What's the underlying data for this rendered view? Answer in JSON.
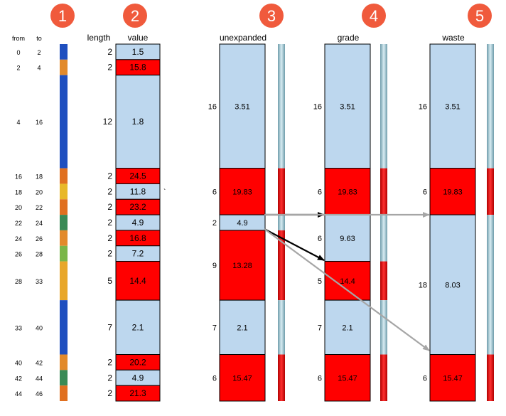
{
  "colors": {
    "low": "#bdd7ee",
    "high": "#ff0000",
    "border": "#000000",
    "badge": "#f05a3c",
    "arrow_black": "#000000",
    "arrow_gray": "#a6a6a6",
    "bar_light": "#a9cdd8",
    "bar_dark": "#6e9cab"
  },
  "steps": [
    "1",
    "2",
    "3",
    "4",
    "5"
  ],
  "headers": {
    "from": "from",
    "to": "to",
    "length": "length",
    "value": "value",
    "unexpanded": "unexpanded",
    "grade": "grade",
    "waste": "waste"
  },
  "stray_mark": "`",
  "intervals": [
    {
      "from": "0",
      "to": "2",
      "length": "2",
      "value": "1.5",
      "class": "low",
      "strip": "#1f4fbf"
    },
    {
      "from": "2",
      "to": "4",
      "length": "2",
      "value": "15.8",
      "class": "high",
      "strip": "#e28a2b"
    },
    {
      "from": "4",
      "to": "16",
      "length": "12",
      "value": "1.8",
      "class": "low",
      "strip": "#1f4fbf"
    },
    {
      "from": "16",
      "to": "18",
      "length": "2",
      "value": "24.5",
      "class": "high",
      "strip": "#e07020"
    },
    {
      "from": "18",
      "to": "20",
      "length": "2",
      "value": "11.8",
      "class": "low",
      "strip": "#e8b829"
    },
    {
      "from": "20",
      "to": "22",
      "length": "2",
      "value": "23.2",
      "class": "high",
      "strip": "#e07020"
    },
    {
      "from": "22",
      "to": "24",
      "length": "2",
      "value": "4.9",
      "class": "low",
      "strip": "#3a8a55"
    },
    {
      "from": "24",
      "to": "26",
      "length": "2",
      "value": "16.8",
      "class": "high",
      "strip": "#e28a2b"
    },
    {
      "from": "26",
      "to": "28",
      "length": "2",
      "value": "7.2",
      "class": "low",
      "strip": "#7ab648"
    },
    {
      "from": "28",
      "to": "33",
      "length": "5",
      "value": "14.4",
      "class": "high",
      "strip": "#e8a72a"
    },
    {
      "from": "33",
      "to": "40",
      "length": "7",
      "value": "2.1",
      "class": "low",
      "strip": "#1f4fbf"
    },
    {
      "from": "40",
      "to": "42",
      "length": "2",
      "value": "20.2",
      "class": "high",
      "strip": "#e28a2b"
    },
    {
      "from": "42",
      "to": "44",
      "length": "2",
      "value": "4.9",
      "class": "low",
      "strip": "#3a8a55"
    },
    {
      "from": "44",
      "to": "46",
      "length": "2",
      "value": "21.3",
      "class": "high",
      "strip": "#e07020"
    }
  ],
  "unexpanded": [
    {
      "length": "16",
      "value": "3.51",
      "class": "low"
    },
    {
      "length": "6",
      "value": "19.83",
      "class": "high"
    },
    {
      "length": "2",
      "value": "4.9",
      "class": "low"
    },
    {
      "length": "9",
      "value": "13.28",
      "class": "high"
    },
    {
      "length": "7",
      "value": "2.1",
      "class": "low"
    },
    {
      "length": "6",
      "value": "15.47",
      "class": "high"
    }
  ],
  "grade": [
    {
      "length": "16",
      "value": "3.51",
      "class": "low"
    },
    {
      "length": "6",
      "value": "19.83",
      "class": "high"
    },
    {
      "length": "6",
      "value": "9.63",
      "class": "low"
    },
    {
      "length": "5",
      "value": "14.4",
      "class": "high"
    },
    {
      "length": "7",
      "value": "2.1",
      "class": "low"
    },
    {
      "length": "6",
      "value": "15.47",
      "class": "high"
    }
  ],
  "waste": [
    {
      "length": "16",
      "value": "3.51",
      "class": "low"
    },
    {
      "length": "6",
      "value": "19.83",
      "class": "high"
    },
    {
      "length": "18",
      "value": "8.03",
      "class": "low"
    },
    {
      "length": "6",
      "value": "15.47",
      "class": "high"
    }
  ]
}
